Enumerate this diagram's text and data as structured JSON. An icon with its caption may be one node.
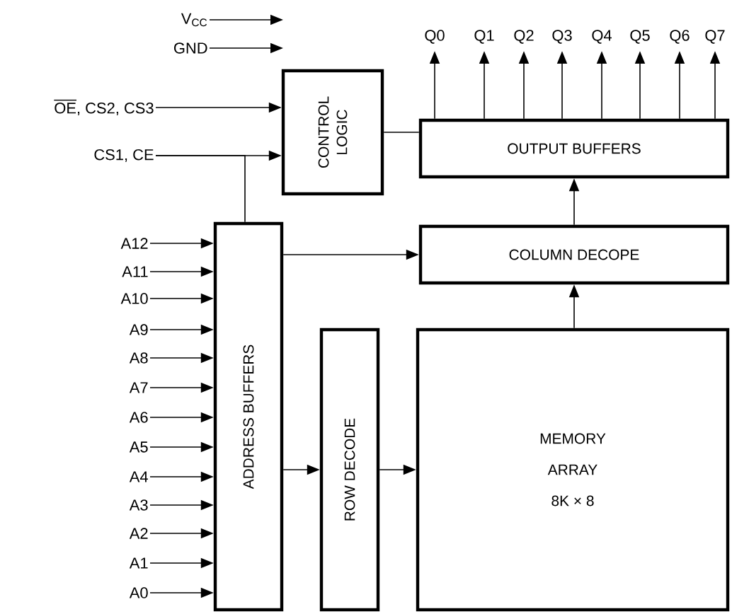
{
  "diagram": {
    "nodes": [
      {
        "text": [
          "V$_{CC}$"
        ]
      },
      {
        "text": [
          "GND"
        ]
      },
      {
        "text": [
          "OE, CS2, CS3"
        ]
      },
      {
        "text": [
          "CS1, CE"
        ]
      },
      {
        "text": [
          "CONTROL LOGIC"
        ]
      },
      {
        "text": [
          "OUTPUT BUFFERS"
        ]
      },
      {
        "text": [
          "COLUMN DECOPE"
        ]
      },
      {
        "text": [
          "ADDRESS BUFFERS"
        ]
      },
      {
        "text": [
          "ROW DECODE"
        ]
      },
      {
        "text": [
          "MEMORY ARRAY 8K × 8"
        ]
      },
      {
        "text": [
          "Q0"
        ]
      },
      {
        "text": [
          "Q1"
        ]
      },
      {
        "text": [
          "Q2"
        ]
      },
      {
        "text": [
          "Q3"
        ]
      },
      {
        "text": [
          "Q4"
        ]
      },
      {
        "text": [
          "Q5"
        ]
      },
      {
        "text": [
          "Q6"
        ]
      },
      {
        "text": [
          "Q7"
        ]
      },
      {
        "text": [
          "A12"
        ]
      },
      {
        "text": [
          "A11"
        ]
      },
      {
        "text": [
          "A10"
        ]
      },
      {
        "text": [
          "A9"
        ]
      },
      {
        "text": [
          "A8"
        ]
      },
      {
        "text": [
          "A7"
        ]
      },
      {
        "text": [
          "A6"
        ]
      },
      {
        "text": [
          "A5"
        ]
      },
      {
        "text": [
          "A4"
        ]
      },
      {
        "text": [
          "A3"
        ]
      },
      {
        "text": [
          "A2"
        ]
      },
      {
        "text": [
          "A1"
        ]
      },
      {
        "text": [
          "A0"
        ]
      }
    ],
    "edges": [
      {
        "from": 0,
        "to": null,
        "arrow": "to"
      },
      {
        "from": 1,
        "to": null,
        "arrow": "to"
      },
      {
        "from": 2,
        "to": 4,
        "arrow": "to"
      },
      {
        "from": 3,
        "to": 4,
        "arrow": "to"
      },
      {
        "from": 3,
        "to": 7,
        "arrow": "none"
      },
      {
        "from": 4,
        "to": 5,
        "arrow": "none"
      },
      {
        "from": 5,
        "to": 10,
        "arrow": "to"
      },
      {
        "from": 5,
        "to": 11,
        "arrow": "to"
      },
      {
        "from": 5,
        "to": 12,
        "arrow": "to"
      },
      {
        "from": 5,
        "to": 13,
        "arrow": "to"
      },
      {
        "from": 5,
        "to": 14,
        "arrow": "to"
      },
      {
        "from": 5,
        "to": 15,
        "arrow": "to"
      },
      {
        "from": 5,
        "to": 16,
        "arrow": "to"
      },
      {
        "from": 5,
        "to": 17,
        "arrow": "to"
      },
      {
        "from": 7,
        "to": 6,
        "arrow": "to"
      },
      {
        "from": 6,
        "to": 5,
        "arrow": "to"
      },
      {
        "from": 9,
        "to": 6,
        "arrow": "to"
      },
      {
        "from": 7,
        "to": 8,
        "arrow": "to"
      },
      {
        "from": 8,
        "to": 9,
        "arrow": "to"
      },
      {
        "from": 18,
        "to": 7,
        "arrow": "to"
      },
      {
        "from": 19,
        "to": 7,
        "arrow": "to"
      },
      {
        "from": 20,
        "to": 7,
        "arrow": "to"
      },
      {
        "from": 21,
        "to": 7,
        "arrow": "to"
      },
      {
        "from": 22,
        "to": 7,
        "arrow": "to"
      },
      {
        "from": 23,
        "to": 7,
        "arrow": "to"
      },
      {
        "from": 24,
        "to": 7,
        "arrow": "to"
      },
      {
        "from": 25,
        "to": 7,
        "arrow": "to"
      },
      {
        "from": 26,
        "to": 7,
        "arrow": "to"
      },
      {
        "from": 27,
        "to": 7,
        "arrow": "to"
      },
      {
        "from": 28,
        "to": 7,
        "arrow": "to"
      },
      {
        "from": 29,
        "to": 7,
        "arrow": "to"
      },
      {
        "from": 30,
        "to": 7,
        "arrow": "to"
      }
    ]
  }
}
